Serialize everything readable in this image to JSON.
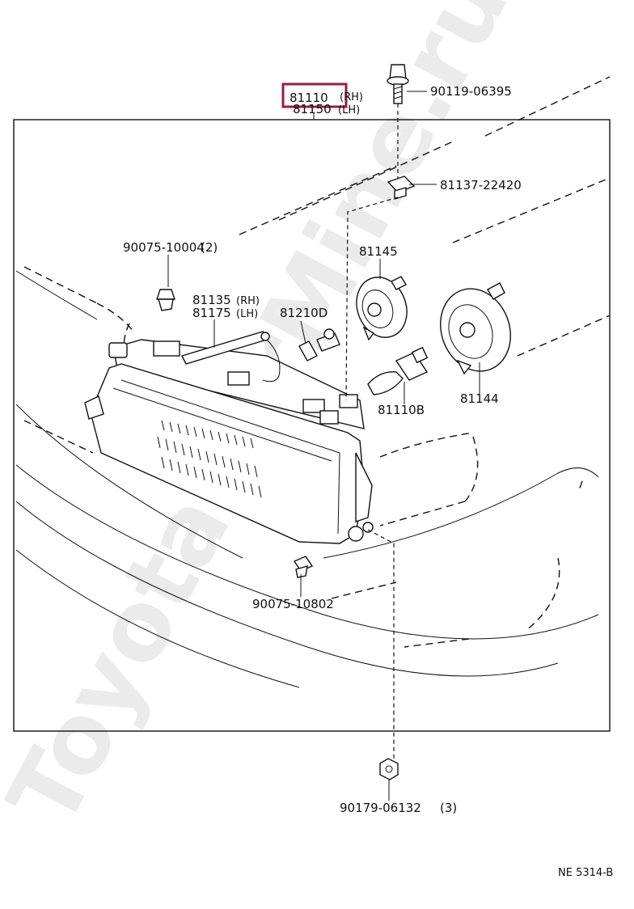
{
  "diagram": {
    "watermark": "ToyotaCarMine.ru",
    "footer_code": "NE 5314-B",
    "highlight_color": "#9b1b45",
    "parts": [
      {
        "id": "part-81110",
        "number": "81110",
        "note": "(RH)"
      },
      {
        "id": "part-81150",
        "number": "81150",
        "note": "(LH)"
      },
      {
        "id": "part-90119",
        "number": "90119-06395",
        "note": ""
      },
      {
        "id": "part-81137",
        "number": "81137-22420",
        "note": ""
      },
      {
        "id": "part-90075a",
        "number": "90075-10004",
        "note": "(2)"
      },
      {
        "id": "part-81145",
        "number": "81145",
        "note": ""
      },
      {
        "id": "part-81135",
        "number": "81135",
        "note": "(RH)"
      },
      {
        "id": "part-81175",
        "number": "81175",
        "note": "(LH)"
      },
      {
        "id": "part-81210",
        "number": "81210D",
        "note": ""
      },
      {
        "id": "part-81110b",
        "number": "81110B",
        "note": ""
      },
      {
        "id": "part-81144",
        "number": "81144",
        "note": ""
      },
      {
        "id": "part-90075b",
        "number": "90075-10802",
        "note": ""
      },
      {
        "id": "part-90179",
        "number": "90179-06132",
        "note": "(3)"
      }
    ]
  }
}
